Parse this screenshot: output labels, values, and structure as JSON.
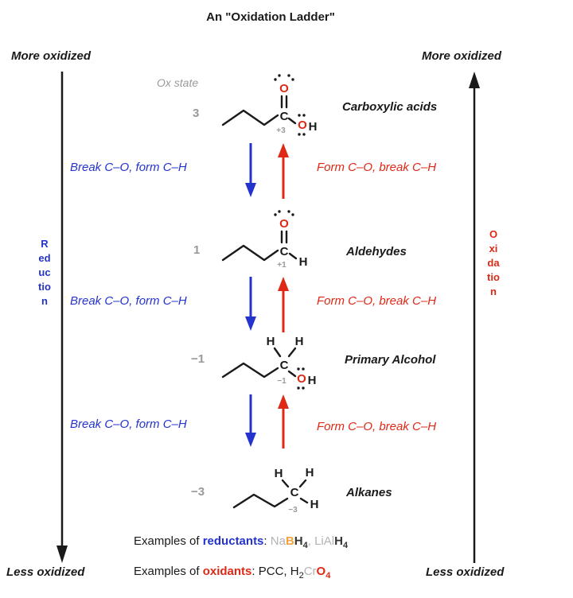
{
  "title": "An \"Oxidation Ladder\"",
  "side_labels": {
    "top_left": "More oxidized",
    "top_right": "More oxidized",
    "bottom_left": "Less oxidized",
    "bottom_right": "Less oxidized"
  },
  "left_axis": {
    "word": "Reduction",
    "direction": "down"
  },
  "right_axis": {
    "word": "Oxidation",
    "direction": "up"
  },
  "ox_state_header": "Ox state",
  "compounds": [
    {
      "ox_state": "3",
      "charge": "+3",
      "name": "Carboxylic acids",
      "atoms": {
        "c": "C",
        "o": "O",
        "oh_o": "O",
        "oh_h": "H"
      }
    },
    {
      "ox_state": "1",
      "charge": "+1",
      "name": "Aldehydes",
      "atoms": {
        "c": "C",
        "o": "O",
        "h": "H"
      }
    },
    {
      "ox_state": "−1",
      "charge": "−1",
      "name": "Primary Alcohol",
      "atoms": {
        "c": "C",
        "h1": "H",
        "h2": "H",
        "oh_o": "O",
        "oh_h": "H"
      }
    },
    {
      "ox_state": "−3",
      "charge": "−3",
      "name": "Alkanes",
      "atoms": {
        "c": "C",
        "h1": "H",
        "h2": "H",
        "h3": "H"
      }
    }
  ],
  "transitions": [
    {
      "reduction": "Break C–O, form C–H",
      "oxidation": "Form C–O, break C–H"
    },
    {
      "reduction": "Break C–O, form C–H",
      "oxidation": "Form C–O, break C–H"
    },
    {
      "reduction": "Break C–O, form C–H",
      "oxidation": "Form C–O, break C–H"
    }
  ],
  "footer": {
    "reductants": {
      "prefix": "Examples of ",
      "keyword": "reductants",
      "colon": ": ",
      "seg_na": "Na",
      "seg_b": "B",
      "seg_h": "H",
      "seg_h_sub": "4",
      "seg_comma": ", ",
      "seg_lial": "LiAl",
      "seg_h2": "H",
      "seg_h2_sub": "4"
    },
    "oxidants": {
      "prefix": "Examples of ",
      "keyword": "oxidants",
      "colon": ": ",
      "seg_pcc": "PCC, H",
      "seg_pcc_sub": "2",
      "seg_cr": "Cr",
      "seg_o": "O",
      "seg_o_sub": "4"
    }
  },
  "colors": {
    "blue": "#2433cc",
    "red": "#de2916",
    "gray": "#999999",
    "light_gray": "#b3b3b3",
    "orange": "#f0a43c",
    "black": "#1a1a1a",
    "background": "#ffffff"
  }
}
